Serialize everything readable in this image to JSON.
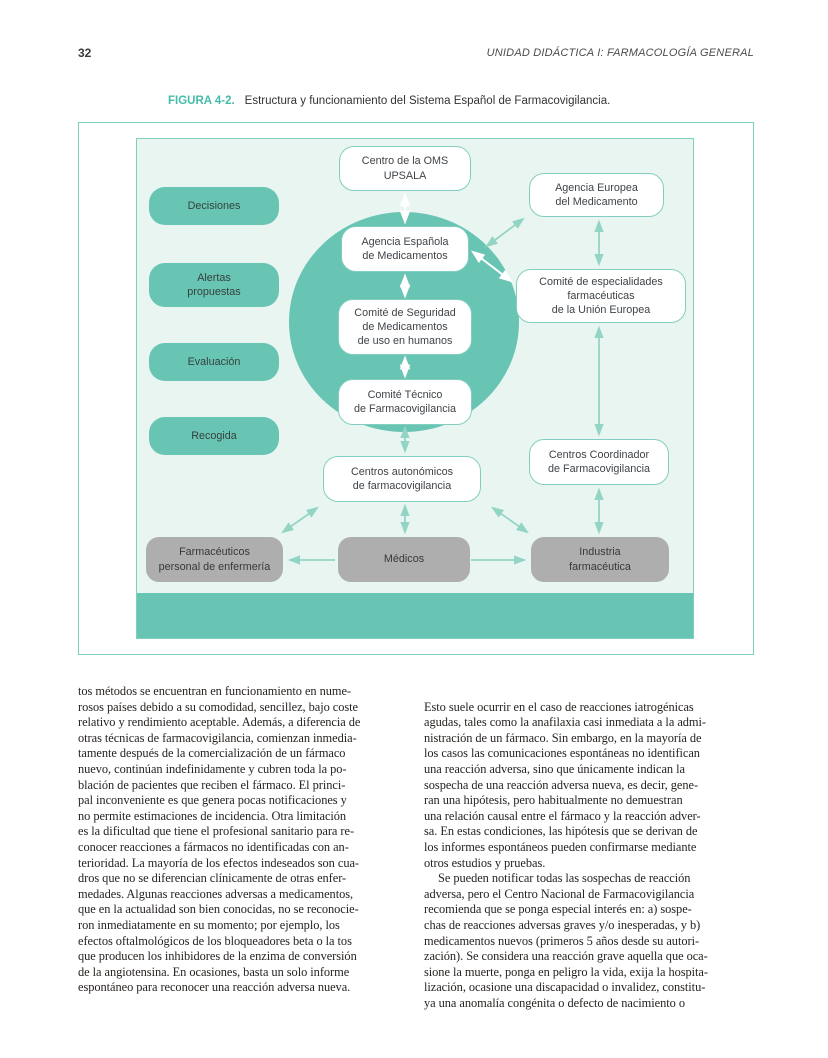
{
  "page": {
    "number": "32",
    "running_header": "UNIDAD DIDÁCTICA I: FARMACOLOGÍA GENERAL"
  },
  "figure": {
    "label": "FIGURA 4-2.",
    "caption": "Estructura y funcionamiento del Sistema Español de Farmacovigilancia.",
    "side_labels": [
      "Decisiones",
      "Alertas\npropuestas",
      "Evaluación",
      "Recogida"
    ],
    "nodes": {
      "oms": "Centro de la OMS\nUPSALA",
      "agencia_espanola": "Agencia Española\nde Medicamentos",
      "comite_seguridad": "Comité de Seguridad\nde Medicamentos\nde uso en humanos",
      "comite_tecnico": "Comité Técnico\nde Farmacovigilancia",
      "centros_autonomicos": "Centros autonómicos\nde farmacovigilancia",
      "agencia_europea": "Agencia Europea\ndel Medicamento",
      "comite_especialidades": "Comité de especialidades\nfarmacéuticas\nde la Unión Europea",
      "centros_coordinador": "Centros Coordinador\nde Farmacovigilancia",
      "farmaceuticos": "Farmacéuticos\npersonal de enfermería",
      "medicos": "Médicos",
      "industria": "Industria\nfarmacéutica"
    }
  },
  "body": {
    "left_column": "tos métodos se encuentran en funcionamiento en nume-\nrosos países debido a su comodidad, sencillez, bajo coste\nrelativo y rendimiento aceptable. Además, a diferencia de\notras técnicas de farmacovigilancia, comienzan inmedia-\ntamente después de la comercialización de un fármaco\nnuevo, continúan indefinidamente y cubren toda la po-\nblación de pacientes que reciben el fármaco. El princi-\npal inconveniente es que genera pocas notificaciones y\nno permite estimaciones de incidencia. Otra limitación\nes la dificultad que tiene el profesional sanitario para re-\nconocer reacciones a fármacos no identificadas con an-\nterioridad. La mayoría de los efectos indeseados son cua-\ndros que no se diferencian clínicamente de otras enfer-\nmedades. Algunas reacciones adversas a medicamentos,\nque en la actualidad son bien conocidas, no se reconocie-\nron inmediatamente en su momento; por ejemplo, los\nefectos oftalmológicos de los bloqueadores beta o la tos\nque producen los inhibidores de la enzima de conversión\nde la angiotensina. En ocasiones, basta un solo informe\nespontáneo para reconocer una reacción adversa nueva.",
    "right_column_p1": "Esto suele ocurrir en el caso de reacciones iatrogénicas\nagudas, tales como la anafilaxia casi inmediata a la admi-\nnistración de un fármaco. Sin embargo, en la mayoría de\nlos casos las comunicaciones espontáneas no identifican\nuna reacción adversa, sino que únicamente indican la\nsospecha de una reacción adversa nueva, es decir, gene-\nran una hipótesis, pero habitualmente no demuestran\nuna relación causal entre el fármaco y la reacción adver-\nsa. En estas condiciones, las hipótesis que se derivan de\nlos informes espontáneos pueden confirmarse mediante\notros estudios y pruebas.",
    "right_column_p2": "Se pueden notificar todas las sospechas de reacción\nadversa, pero el Centro Nacional de Farmacovigilancia\nrecomienda que se ponga especial interés en: a) sospe-\nchas de reacciones adversas graves y/o inesperadas, y b)\nmedicamentos nuevos (primeros 5 años desde su autori-\nzación). Se considera una reacción grave aquella que oca-\nsione la muerte, ponga en peligro la vida, exija la hospita-\nlización, ocasione una discapacidad o invalidez, constitu-\nya una anomalía congénita o defecto de nacimiento o"
  },
  "colors": {
    "teal": "#68c4b3",
    "teal_border": "#82cfbf",
    "arrow_teal": "#93d5c5",
    "panel_bg": "#e9f5f1",
    "gray_box": "#aeaeae",
    "caption_teal": "#45bcaa",
    "text_dark": "#3e4449",
    "body_text": "#272320"
  }
}
